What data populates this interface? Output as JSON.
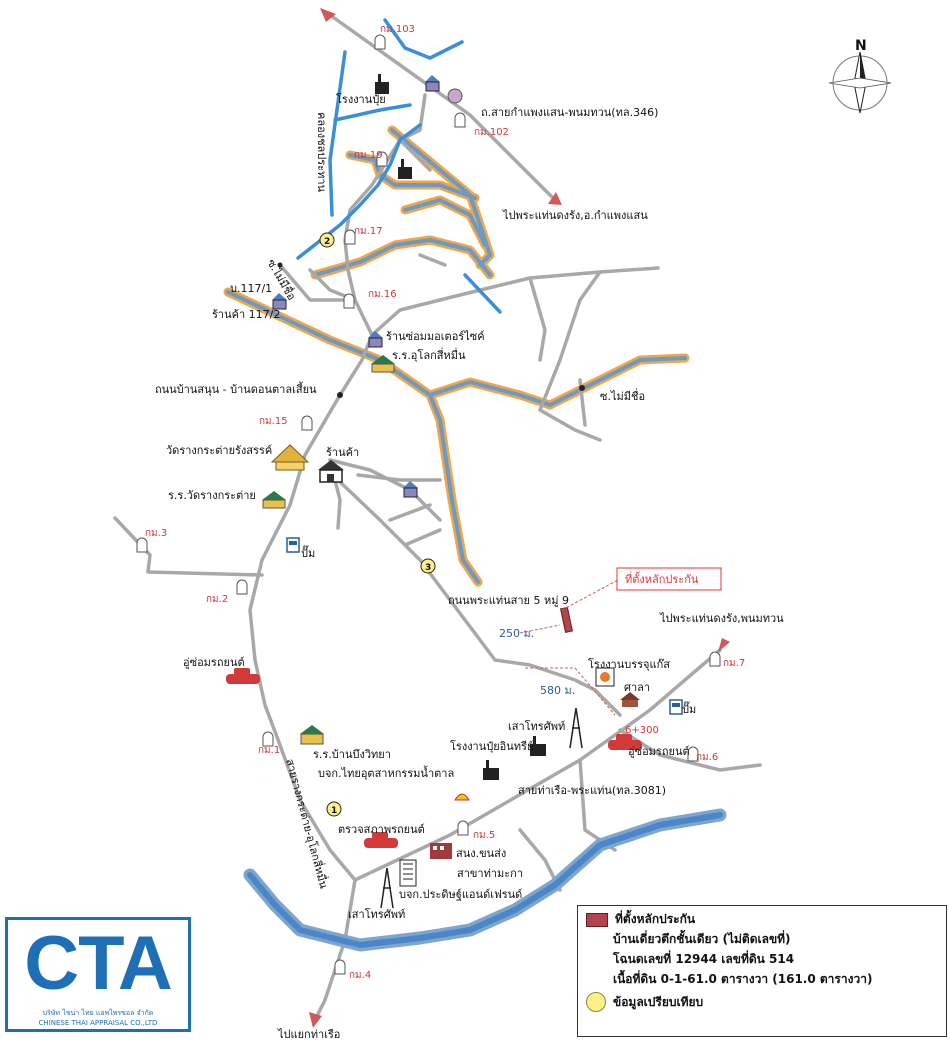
{
  "labels": {
    "fertilizer_plant": "โรงงานปุ๋ย",
    "canal": "คลองชลประทาน",
    "road_346": "ถ.สายกำแพงแสน-พนมทวน(ทล.346)",
    "to_phrathaen_kps": "ไปพระแท่นดงรัง,อ.กำแพงแสน",
    "soi_no_name_1": "ซ.ไม่มีชื่อ",
    "village_117": "บ.117/1",
    "shop_117": "ร้านค้า 117/2",
    "motorcycle_shop": "ร้านซ่อมมอเตอร์ไซค์",
    "school_uthok": "ร.ร.อุโลกสี่หมื่น",
    "road_sanun": "ถนนบ้านสนุน - บ้านดอนตาลเสี้ยน",
    "soi_no_name_2": "ซ.ไม่มีชื่อ",
    "temple": "วัดรางกระต่ายรังสรรค์",
    "shop": "ร้านค้า",
    "school_temple": "ร.ร.วัดรางกระต่าย",
    "pump_1": "ปั๊ม",
    "road_phrathaen_5": "ถนนพระแท่นสาย 5 หมู่ 9",
    "collateral_location": "ที่ตั้งหลักประกัน",
    "to_phrathaen_phanom": "ไปพระแท่นดงรัง,พนมทวน",
    "garage_1": "อู่ซ่อมรถยนต์",
    "gas_plant": "โรงงานบรรจุแก๊ส",
    "sala": "ศาลา",
    "pump_2": "ปั๊ม",
    "telecom_tower_1": "เสาโทรศัพท์",
    "organic_fertilizer": "โรงงานปุ๋ยอินทรีย์",
    "chainage": "6+300",
    "garage_2": "อู่ซ่อมรถยนต์",
    "school_bueng": "ร.ร.บ้านบึงวิทยา",
    "sugar_company": "บจก.ไทยอุตสาหกรรมน้ำตาล",
    "road_3081": "สายท่าเรือ-พระแท่น(ทล.3081)",
    "road_rang": "สายรางกระต่าย-อุโลกสี่หมื่น",
    "inspection": "ตรวจสภาพรถยนต์",
    "transport_office": "สนง.ขนส่ง",
    "branch": "สาขาท่ามะกา",
    "precision_company": "บจก.ประดิษฐ์แอนด์เฟรนด์",
    "telecom_tower_2": "เสาโทรศัพท์",
    "to_tha_ruea": "ไปแยกท่าเรือ"
  },
  "km_markers": [
    "กม.103",
    "กม.102",
    "กม.19",
    "กม.17",
    "กม.16",
    "กม.15",
    "กม.3",
    "กม.2",
    "กม.1",
    "กม.7",
    "กม.6",
    "กม.5",
    "กม.4"
  ],
  "distances": {
    "d1": "250 ม.",
    "d2": "580 ม."
  },
  "circle_numbers": [
    "1",
    "2",
    "3"
  ],
  "compass": {
    "north": "N"
  },
  "legend": {
    "row1": "ที่ตั้งหลักประกัน",
    "row2": "บ้านเดี่ยวตึกชั้นเดียว (ไม่ติดเลขที่)",
    "row3": "โฉนดเลขที่ 12944 เลขที่ดิน 514",
    "row4": "เนื้อที่ดิน 0-1-61.0 ตารางวา (161.0 ตารางวา)",
    "row5": "ข้อมูลเปรียบเทียบ"
  },
  "logo": {
    "text": "CTA",
    "line1": "บริษัท ไชน่า ไทย แอพไพรซอล จำกัด",
    "line2": "CHINESE THAI APPRAISAL CO.,LTD"
  },
  "colors": {
    "road": "#a8a8a8",
    "canal": "#3a8fd8",
    "river_edge": "#f0a648",
    "km": "#d0363a",
    "cta": "#1f6fb6"
  }
}
